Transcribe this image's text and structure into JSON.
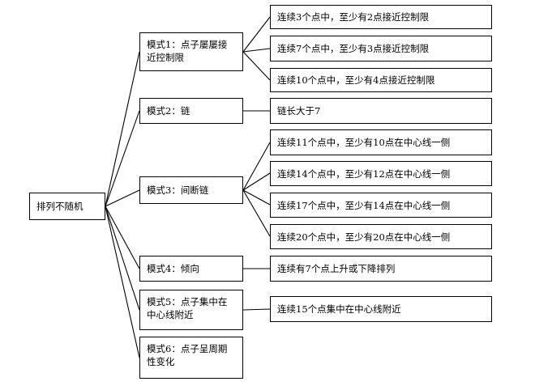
{
  "root": {
    "label": "排列不随机"
  },
  "patterns": [
    {
      "label": "模式1：点子屡屡接近控制限",
      "rules": [
        "连续3个点中，至少有2点接近控制限",
        "连续7个点中，至少有3点接近控制限",
        "连续10个点中，至少有4点接近控制限"
      ]
    },
    {
      "label": "模式2：链",
      "rules": [
        "链长大于7"
      ]
    },
    {
      "label": "模式3：间断链",
      "rules": [
        "连续11个点中，至少有10点在中心线一侧",
        "连续14个点中，至少有12点在中心线一侧",
        "连续17个点中，至少有14点在中心线一侧",
        "连续20个点中，至少有20点在中心线一侧"
      ]
    },
    {
      "label": "模式4：倾向",
      "rules": [
        "连续有7个点上升或下降排列"
      ]
    },
    {
      "label": "模式5：点子集中在中心线附近",
      "rules": [
        "连续15个点集中在中心线附近"
      ]
    },
    {
      "label": "模式6：点子呈周期性变化",
      "rules": []
    }
  ]
}
